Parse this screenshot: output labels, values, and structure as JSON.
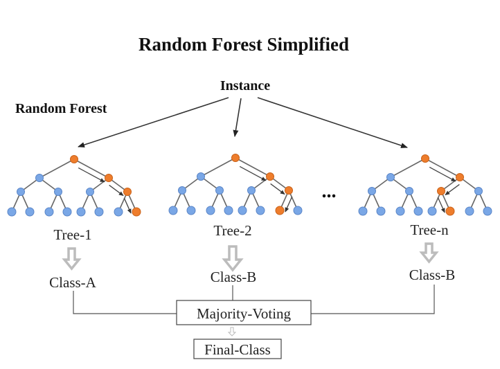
{
  "title": "Random Forest Simplified",
  "forest_label": "Random Forest",
  "instance_label": "Instance",
  "ellipsis": "...",
  "trees": [
    {
      "name": "Tree-1",
      "class": "Class-A",
      "highlighted_path": [
        "root",
        "R",
        "RR",
        "RRR"
      ]
    },
    {
      "name": "Tree-2",
      "class": "Class-B",
      "highlighted_path": [
        "root",
        "R",
        "RR",
        "RRL"
      ]
    },
    {
      "name": "Tree-n",
      "class": "Class-B",
      "highlighted_path": [
        "root",
        "R",
        "RL",
        "RLR"
      ]
    }
  ],
  "voting_label": "Majority-Voting",
  "final_label": "Final-Class",
  "colors": {
    "highlighted_node": "#ee7d2c",
    "normal_node": "#7aa7e6"
  }
}
